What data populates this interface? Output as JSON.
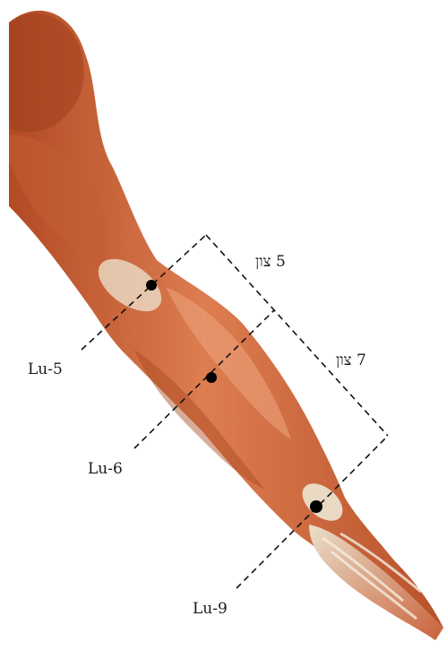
{
  "points": {
    "lu5": "Lu-5",
    "lu6": "Lu-6",
    "lu9": "Lu-9"
  },
  "measures": {
    "upper": "5 צון",
    "lower": "7 צון"
  },
  "colors": {
    "muscle_dark": "#b8512a",
    "muscle_mid": "#d9774a",
    "muscle_light": "#eba27c",
    "tendon": "#ede6d2",
    "point": "#000000",
    "guide_line": "#111111"
  }
}
